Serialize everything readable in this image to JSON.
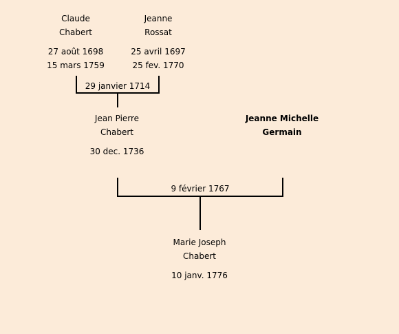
{
  "persons": {
    "claude": {
      "first": "Claude",
      "last": "Chabert",
      "birth": "27 août 1698",
      "death": "15 mars 1759"
    },
    "jeanne_rossat": {
      "first": "Jeanne",
      "last": "Rossat",
      "birth": "25 avril 1697",
      "death": "25 fev. 1770"
    },
    "jean_pierre": {
      "first": "Jean Pierre",
      "last": "Chabert",
      "birth": "30 dec. 1736"
    },
    "jeanne_michelle": {
      "first": "Jeanne Michelle",
      "last": "Germain"
    },
    "marie_joseph": {
      "first": "Marie Joseph",
      "last": "Chabert",
      "birth": "10 janv. 1776"
    }
  },
  "marriages": {
    "m1": "29 janvier 1714",
    "m2": "9 février 1767"
  }
}
